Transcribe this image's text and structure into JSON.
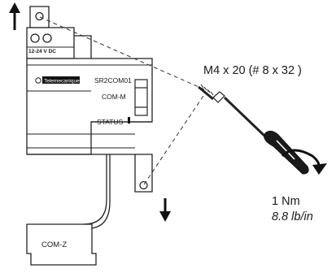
{
  "module": {
    "voltage": "12-24 V DC",
    "brand": "Telemecanique",
    "model": "SR2COM01",
    "port_label": "COM-M",
    "status_label": "STATUS"
  },
  "connector": {
    "label": "COM-Z"
  },
  "screw": {
    "spec": "M4 x 20 (# 8 x 32 )"
  },
  "torque": {
    "metric": "1 Nm",
    "imperial": "8.8 lb/in"
  }
}
